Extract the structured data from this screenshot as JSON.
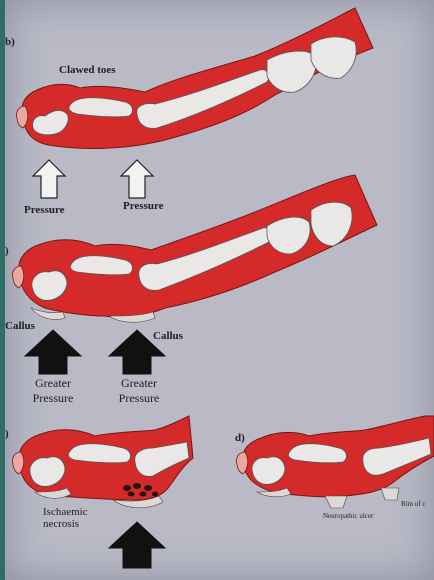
{
  "panels": {
    "b": {
      "letter": "b)",
      "title": "Clawed toes",
      "pressure_left": "Pressure",
      "pressure_right": "Pressure"
    },
    "c": {
      "letter": ")",
      "callus_left": "Callus",
      "callus_right": "Callus",
      "greater_left_1": "Greater",
      "greater_left_2": "Pressure",
      "greater_right_1": "Greater",
      "greater_right_2": "Pressure"
    },
    "e": {
      "letter": ")",
      "ischaemic_1": "Ischaemic",
      "ischaemic_2": "necrosis"
    },
    "d": {
      "letter": "d)",
      "neuropathic": "Neuropathic ulcer",
      "rim": "Rim of c"
    }
  },
  "colors": {
    "flesh": "#d42a2a",
    "bone": "#e9e8e6",
    "page": "#b9bac6",
    "arrow_dark": "#111111",
    "arrow_light": "#f2f2f2"
  }
}
